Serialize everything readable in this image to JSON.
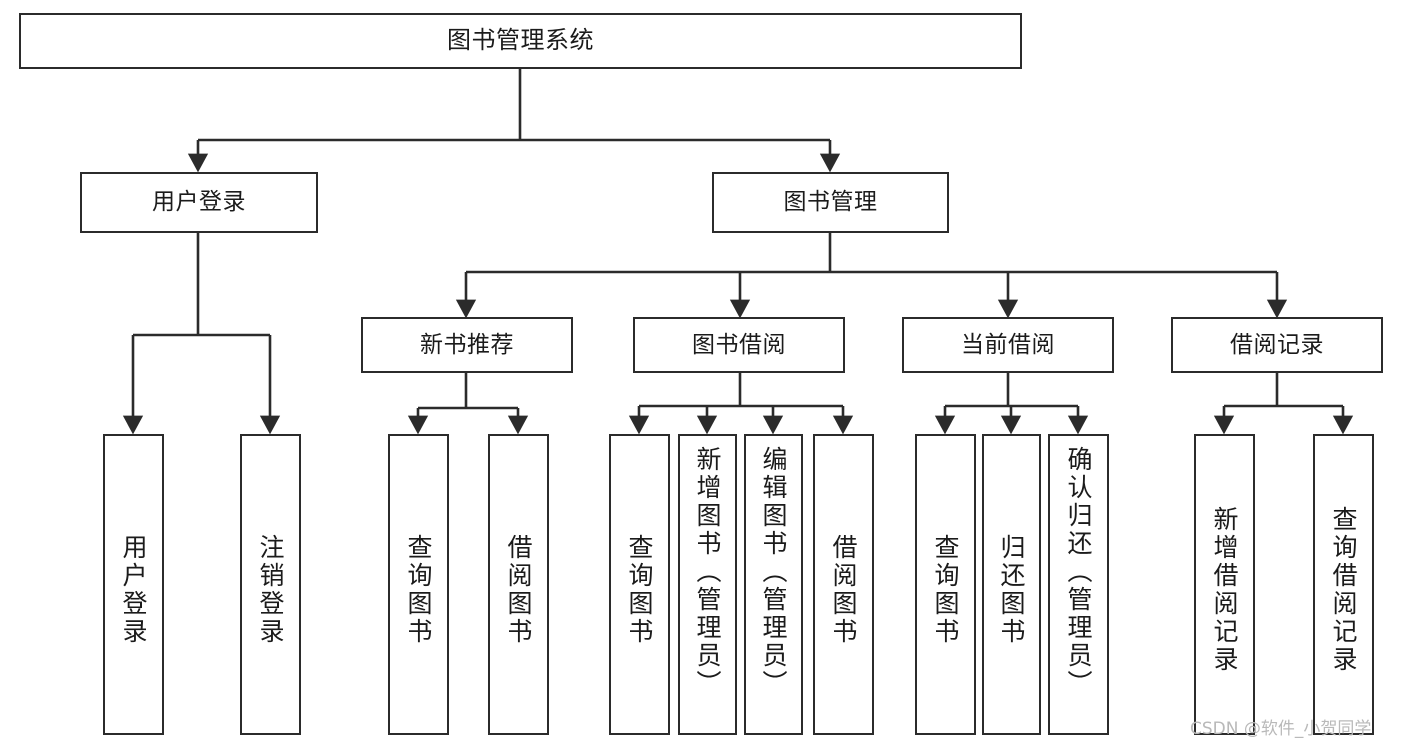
{
  "diagram": {
    "title": "图书管理系统",
    "type": "functional-structure-tree",
    "watermark": "CSDN @软件_小贺同学",
    "colors": {
      "box_border": "#2b2b2b",
      "box_fill": "#ffffff",
      "connector": "#2b2b2b",
      "text": "#1b1b1b",
      "watermark": "#b9b9b9"
    },
    "root": {
      "label": "图书管理系统"
    },
    "level2": [
      {
        "label": "用户登录"
      },
      {
        "label": "图书管理"
      }
    ],
    "level3": [
      {
        "label": "新书推荐"
      },
      {
        "label": "图书借阅"
      },
      {
        "label": "当前借阅"
      },
      {
        "label": "借阅记录"
      }
    ],
    "leaves": {
      "user_login": [
        {
          "label": "用户登录"
        },
        {
          "label": "注销登录"
        }
      ],
      "new_book_recommend": [
        {
          "label": "查询图书"
        },
        {
          "label": "借阅图书"
        }
      ],
      "book_borrow": [
        {
          "label": "查询图书"
        },
        {
          "label": "新增图书（管理员）"
        },
        {
          "label": "编辑图书（管理员）"
        },
        {
          "label": "借阅图书"
        }
      ],
      "current_borrow": [
        {
          "label": "查询图书"
        },
        {
          "label": "归还图书"
        },
        {
          "label": "确认归还（管理员）"
        }
      ],
      "borrow_record": [
        {
          "label": "新增借阅记录"
        },
        {
          "label": "查询借阅记录"
        }
      ]
    }
  }
}
